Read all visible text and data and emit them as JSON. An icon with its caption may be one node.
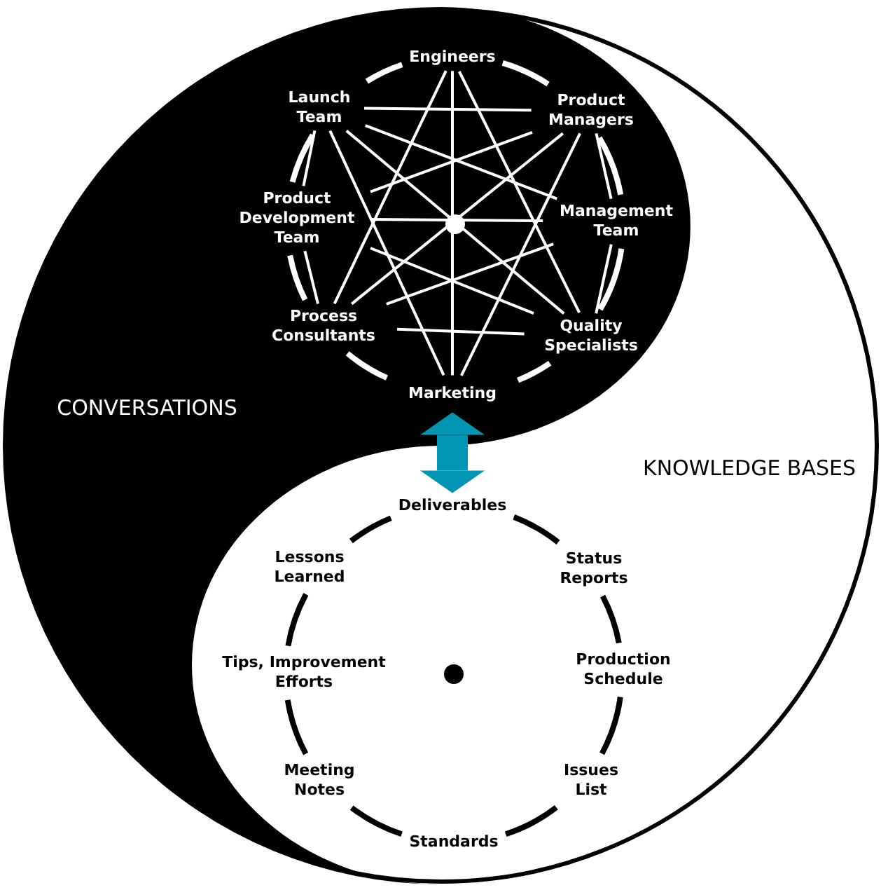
{
  "diagram": {
    "nodes": [
      {
        "text": [
          "Engineers"
        ]
      },
      {
        "text": [
          "Product Managers"
        ]
      },
      {
        "text": [
          "Management Team"
        ]
      },
      {
        "text": [
          "Quality Specialists"
        ]
      },
      {
        "text": [
          "Marketing"
        ]
      },
      {
        "text": [
          "Process Consultants"
        ]
      },
      {
        "text": [
          "Product Development Team"
        ]
      },
      {
        "text": [
          "Launch Team"
        ]
      },
      {
        "text": [
          "Deliverables"
        ]
      },
      {
        "text": [
          "Status Reports"
        ]
      },
      {
        "text": [
          "Production Schedule"
        ]
      },
      {
        "text": [
          "Issues List"
        ]
      },
      {
        "text": [
          "Standards"
        ]
      },
      {
        "text": [
          "Meeting Notes"
        ]
      },
      {
        "text": [
          "Tips, Improvement Efforts"
        ]
      },
      {
        "text": [
          "Lessons Learned"
        ]
      }
    ],
    "edges": [
      {
        "from": 0,
        "to": 1,
        "arrow": "none",
        "style": "thick"
      },
      {
        "from": 1,
        "to": 2,
        "arrow": "none",
        "style": "thick"
      },
      {
        "from": 2,
        "to": 3,
        "arrow": "none",
        "style": "thick"
      },
      {
        "from": 3,
        "to": 4,
        "arrow": "none",
        "style": "thick"
      },
      {
        "from": 4,
        "to": 5,
        "arrow": "none",
        "style": "thick"
      },
      {
        "from": 5,
        "to": 6,
        "arrow": "none",
        "style": "thick"
      },
      {
        "from": 6,
        "to": 7,
        "arrow": "none",
        "style": "thick"
      },
      {
        "from": 7,
        "to": 0,
        "arrow": "none",
        "style": "thick"
      },
      {
        "from": 7,
        "to": 1,
        "arrow": "none"
      },
      {
        "from": 5,
        "to": 3,
        "arrow": "none"
      },
      {
        "from": 7,
        "to": 6,
        "arrow": "none"
      },
      {
        "from": 6,
        "to": 5,
        "arrow": "none"
      },
      {
        "from": 1,
        "to": 2,
        "arrow": "none"
      },
      {
        "from": 2,
        "to": 3,
        "arrow": "none"
      },
      {
        "from": 0,
        "to": 4,
        "arrow": "none"
      },
      {
        "from": 6,
        "to": 2,
        "arrow": "none"
      },
      {
        "from": 7,
        "to": 3,
        "arrow": "none"
      },
      {
        "from": 1,
        "to": 5,
        "arrow": "none"
      },
      {
        "from": 0,
        "to": 5,
        "arrow": "none"
      },
      {
        "from": 0,
        "to": 3,
        "arrow": "none"
      },
      {
        "from": 4,
        "to": 7,
        "arrow": "none"
      },
      {
        "from": 4,
        "to": 1,
        "arrow": "none"
      },
      {
        "from": 7,
        "to": 2,
        "arrow": "none"
      },
      {
        "from": 1,
        "to": 6,
        "arrow": "none"
      },
      {
        "from": 2,
        "to": 5,
        "arrow": "none"
      },
      {
        "from": 6,
        "to": 3,
        "arrow": "none"
      },
      {
        "from": 8,
        "to": 9,
        "arrow": "none",
        "style": "thick",
        "color": "#000000"
      },
      {
        "from": 9,
        "to": 10,
        "arrow": "none",
        "style": "thick",
        "color": "#000000"
      },
      {
        "from": 10,
        "to": 11,
        "arrow": "none",
        "style": "thick",
        "color": "#000000"
      },
      {
        "from": 11,
        "to": 12,
        "arrow": "none",
        "style": "thick",
        "color": "#000000"
      },
      {
        "from": 12,
        "to": 13,
        "arrow": "none",
        "style": "thick",
        "color": "#000000"
      },
      {
        "from": 13,
        "to": 14,
        "arrow": "none",
        "style": "thick",
        "color": "#000000"
      },
      {
        "from": 14,
        "to": 15,
        "arrow": "none",
        "style": "thick",
        "color": "#000000"
      },
      {
        "from": 15,
        "to": 8,
        "arrow": "none",
        "style": "thick",
        "color": "#000000"
      },
      {
        "from": 4,
        "to": 8,
        "arrow": "both",
        "style": "thick",
        "color": "#0096b3"
      }
    ],
    "labels": [
      "CONVERSATIONS",
      "KNOWLEDGE BASES"
    ]
  }
}
